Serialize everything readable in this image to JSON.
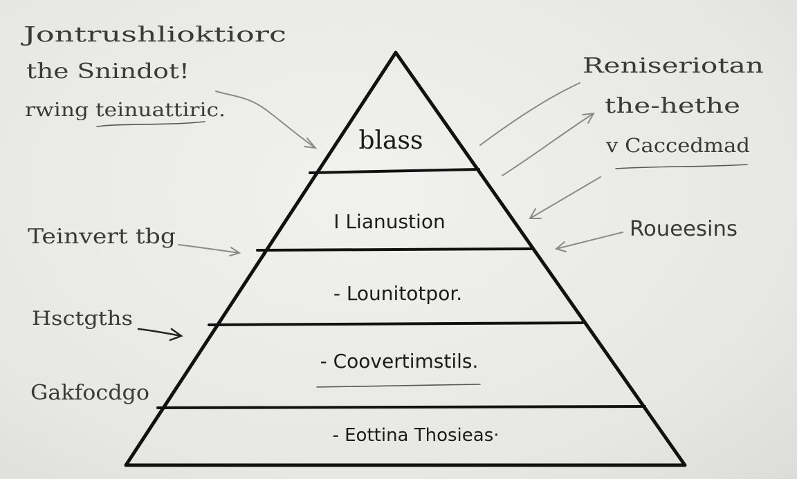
{
  "diagram": {
    "type": "pyramid",
    "tiers": [
      {
        "label": "blass"
      },
      {
        "label": "I Lianustion"
      },
      {
        "label": "- Lounitotpor."
      },
      {
        "label": "- Coovertimstils."
      },
      {
        "label": "- Eottina Thosieas·"
      }
    ],
    "left_notes": [
      {
        "lines": [
          "Jontrushlioktiorc",
          "the Snindot!",
          "rwing teinuattiric."
        ]
      },
      {
        "lines": [
          "Teinvert tbg"
        ]
      },
      {
        "lines": [
          "Hsctgths"
        ]
      },
      {
        "lines": [
          "Gakfocdgo"
        ]
      }
    ],
    "right_notes": [
      {
        "lines": [
          "Reniseriotan",
          "the-hethe",
          "v Caccedmad"
        ]
      },
      {
        "lines": [
          "Roueesins"
        ]
      }
    ],
    "colors": {
      "ink": "#111111",
      "board": "#eeeeec",
      "arrow_gray": "#8a8a8a"
    }
  }
}
